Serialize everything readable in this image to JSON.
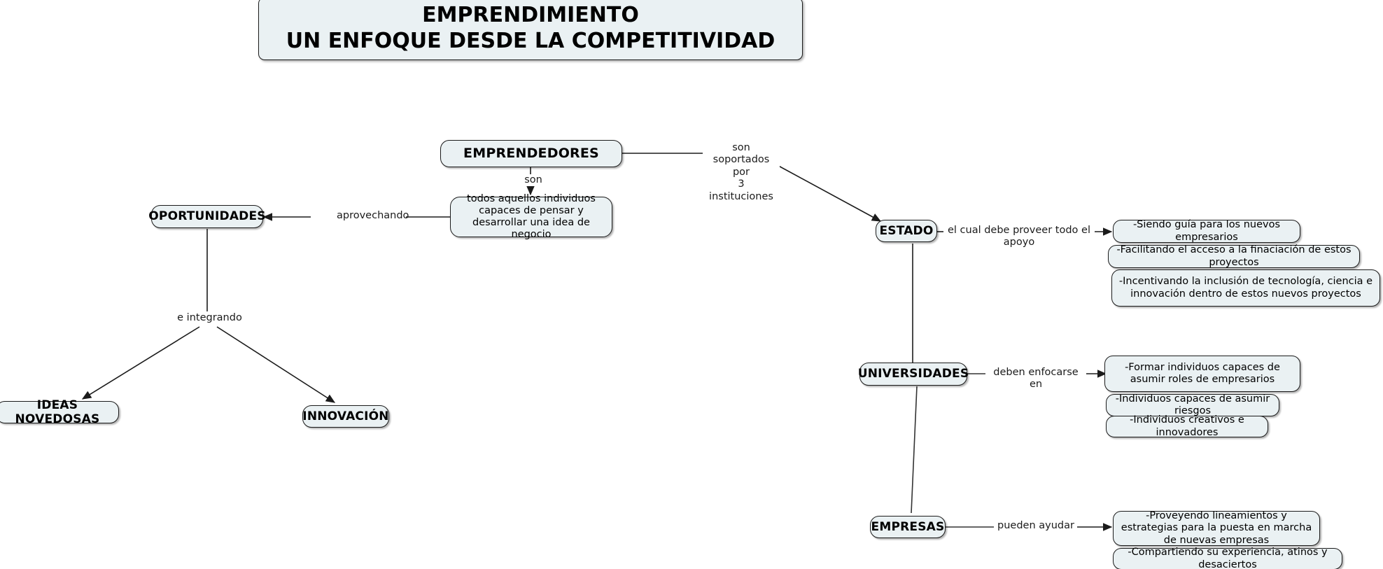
{
  "title_box": {
    "line1": "EMPRENDIMIENTO",
    "line2": "UN ENFOQUE DESDE LA COMPETITIVIDAD"
  },
  "nodes": {
    "emprendedores": "EMPRENDEDORES",
    "definicion_emprendedores": "todos aquellos individuos capaces de pensar y desarrollar una idea de negocio",
    "oportunidades": "OPORTUNIDADES",
    "ideas_novedosas": "IDEAS NOVEDOSAS",
    "innovacion": "INNOVACIÓN",
    "estado": "ESTADO",
    "universidades": "UNIVERSIDADES",
    "empresas": "EMPRESAS",
    "estado_detalle_1": "-Siendo guía para los nuevos empresarios",
    "estado_detalle_2": "-Facilitando el acceso a la finaciación de estos proyectos",
    "estado_detalle_3": "-Incentivando la inclusión de tecnología, ciencia e innovación dentro de estos nuevos proyectos",
    "universidades_detalle_1": "-Formar individuos capaces de asumir roles de empresarios",
    "universidades_detalle_2": "-Individuos capaces de asumir riesgos",
    "universidades_detalle_3": "-Individuos creativos e innovadores",
    "empresas_detalle_1": "-Proveyendo lineamientos y estrategias para la puesta en marcha de nuevas empresas",
    "empresas_detalle_2": "-Compartiendo su experiencia, atinos y desaciertos"
  },
  "link_labels": {
    "son": "son",
    "son_soportados": "son soportados por\n3 instituciones",
    "aprovechando": "aprovechando",
    "e_integrando": "e integrando",
    "el_cual_debe_proveer": "el cual debe proveer todo el apoyo",
    "deben_enfocarse": "deben enfocarse en",
    "pueden_ayudar": "pueden ayudar"
  },
  "colors": {
    "node_fill": "#eaf1f3",
    "node_border": "#1b1b1b",
    "link_stroke": "#222222",
    "background": "#ffffff"
  },
  "chart_data": {
    "type": "diagram",
    "title": "EMPRENDIMIENTO UN ENFOQUE DESDE LA COMPETITIVIDAD",
    "edges": [
      {
        "from": "EMPRENDEDORES",
        "to": "todos aquellos individuos capaces de pensar y desarrollar una idea de negocio",
        "label": "son",
        "arrow": true
      },
      {
        "from": "EMPRENDEDORES",
        "to": "ESTADO",
        "label": "son soportados por 3 instituciones",
        "arrow": true
      },
      {
        "from": "todos aquellos individuos capaces de pensar y desarrollar una idea de negocio",
        "to": "OPORTUNIDADES",
        "label": "aprovechando",
        "arrow": true
      },
      {
        "from": "OPORTUNIDADES",
        "to": "IDEAS NOVEDOSAS",
        "label": "e integrando",
        "arrow": true
      },
      {
        "from": "OPORTUNIDADES",
        "to": "INNOVACIÓN",
        "label": "e integrando",
        "arrow": true
      },
      {
        "from": "ESTADO",
        "to": "UNIVERSIDADES",
        "label": "",
        "arrow": false
      },
      {
        "from": "UNIVERSIDADES",
        "to": "EMPRESAS",
        "label": "",
        "arrow": false
      },
      {
        "from": "ESTADO",
        "to": "-Siendo guía para los nuevos empresarios",
        "label": "el cual debe proveer todo el apoyo",
        "arrow": true
      },
      {
        "from": "UNIVERSIDADES",
        "to": "-Formar individuos capaces de asumir roles de empresarios",
        "label": "deben enfocarse en",
        "arrow": true
      },
      {
        "from": "EMPRESAS",
        "to": "-Proveyendo lineamientos y estrategias para la puesta en marcha de nuevas empresas",
        "label": "pueden ayudar",
        "arrow": true
      }
    ]
  }
}
